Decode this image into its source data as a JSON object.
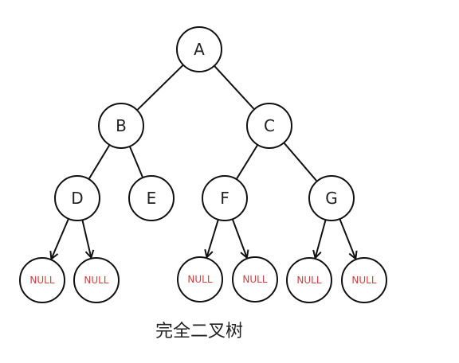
{
  "caption": "完全二叉树",
  "colors": {
    "stroke": "#111111",
    "null_text": "#d04040",
    "label_text": "#222222",
    "background": "#ffffff"
  },
  "nodes": [
    {
      "id": "A",
      "label": "A",
      "type": "node"
    },
    {
      "id": "B",
      "label": "B",
      "type": "node"
    },
    {
      "id": "C",
      "label": "C",
      "type": "node"
    },
    {
      "id": "D",
      "label": "D",
      "type": "node"
    },
    {
      "id": "E",
      "label": "E",
      "type": "node"
    },
    {
      "id": "F",
      "label": "F",
      "type": "node"
    },
    {
      "id": "G",
      "label": "G",
      "type": "node"
    },
    {
      "id": "N1",
      "label": "NULL",
      "type": "null"
    },
    {
      "id": "N2",
      "label": "NULL",
      "type": "null"
    },
    {
      "id": "N3",
      "label": "NULL",
      "type": "null"
    },
    {
      "id": "N4",
      "label": "NULL",
      "type": "null"
    },
    {
      "id": "N5",
      "label": "NULL",
      "type": "null"
    },
    {
      "id": "N6",
      "label": "NULL",
      "type": "null"
    }
  ],
  "edges": [
    {
      "from": "A",
      "to": "B",
      "arrow": false
    },
    {
      "from": "A",
      "to": "C",
      "arrow": false
    },
    {
      "from": "B",
      "to": "D",
      "arrow": false
    },
    {
      "from": "B",
      "to": "E",
      "arrow": false
    },
    {
      "from": "C",
      "to": "F",
      "arrow": false
    },
    {
      "from": "C",
      "to": "G",
      "arrow": false
    },
    {
      "from": "D",
      "to": "N1",
      "arrow": true
    },
    {
      "from": "D",
      "to": "N2",
      "arrow": true
    },
    {
      "from": "F",
      "to": "N3",
      "arrow": true
    },
    {
      "from": "F",
      "to": "N4",
      "arrow": true
    },
    {
      "from": "G",
      "to": "N5",
      "arrow": true
    },
    {
      "from": "G",
      "to": "N6",
      "arrow": true
    }
  ]
}
